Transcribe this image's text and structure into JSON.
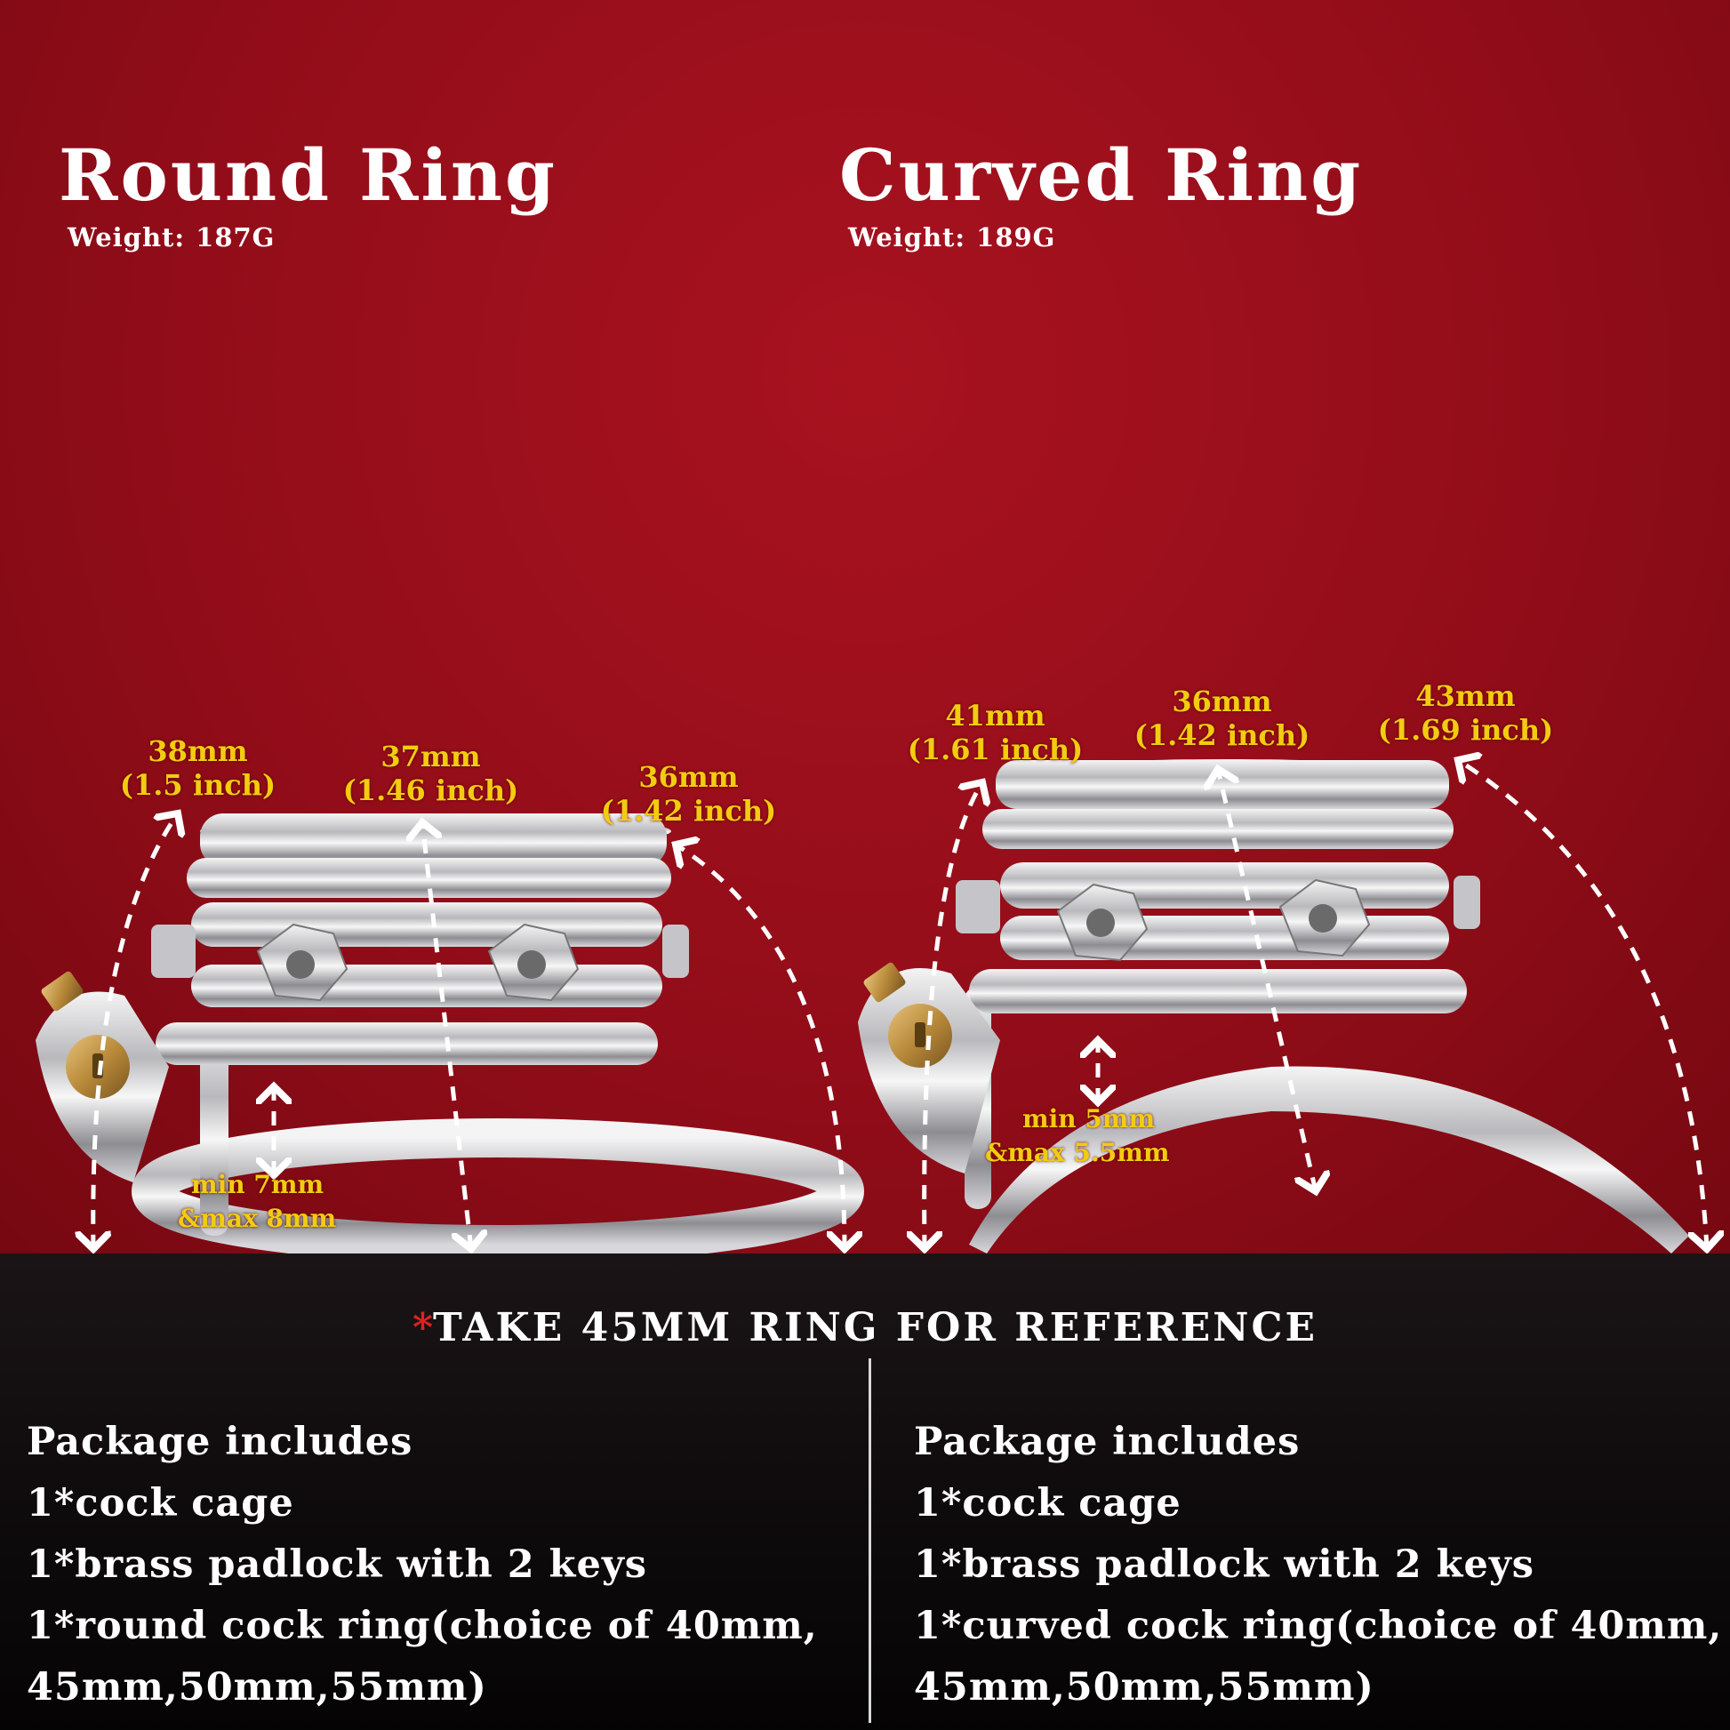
{
  "left": {
    "title": "Round Ring",
    "weight_label": "Weight:",
    "weight_value": "187G",
    "dims": [
      {
        "mm": "38mm",
        "inch": "(1.5 inch)"
      },
      {
        "mm": "37mm",
        "inch": "(1.46 inch)"
      },
      {
        "mm": "36mm",
        "inch": "(1.42 inch)"
      }
    ],
    "gap": [
      "min 7mm",
      "&max 8mm"
    ]
  },
  "right": {
    "title": "Curved Ring",
    "weight_label": "Weight:",
    "weight_value": "189G",
    "dims": [
      {
        "mm": "41mm",
        "inch": "(1.61 inch)"
      },
      {
        "mm": "36mm",
        "inch": "(1.42 inch)"
      },
      {
        "mm": "43mm",
        "inch": "(1.69 inch)"
      }
    ],
    "gap": [
      "min 5mm",
      "&max 5.5mm"
    ]
  },
  "reference": {
    "star": "*",
    "text": "TAKE 45MM RING FOR REFERENCE"
  },
  "package_left": {
    "heading": "Package includes",
    "items": [
      "1*cock cage",
      "1*brass padlock with 2 keys",
      "1*round cock ring(choice of 40mm,",
      "45mm,50mm,55mm)"
    ]
  },
  "package_right": {
    "heading": "Package includes",
    "items": [
      "1*cock cage",
      "1*brass padlock with 2 keys",
      "1*curved cock ring(choice of 40mm,",
      "45mm,50mm,55mm)"
    ]
  },
  "colors": {
    "background_red": "#920d19",
    "label_yellow": "#f2cc10",
    "star_red": "#e02020",
    "bottom_black": "#0d0a0b"
  },
  "icons": [
    "padlock-icon",
    "measurement-arrow-icon"
  ]
}
